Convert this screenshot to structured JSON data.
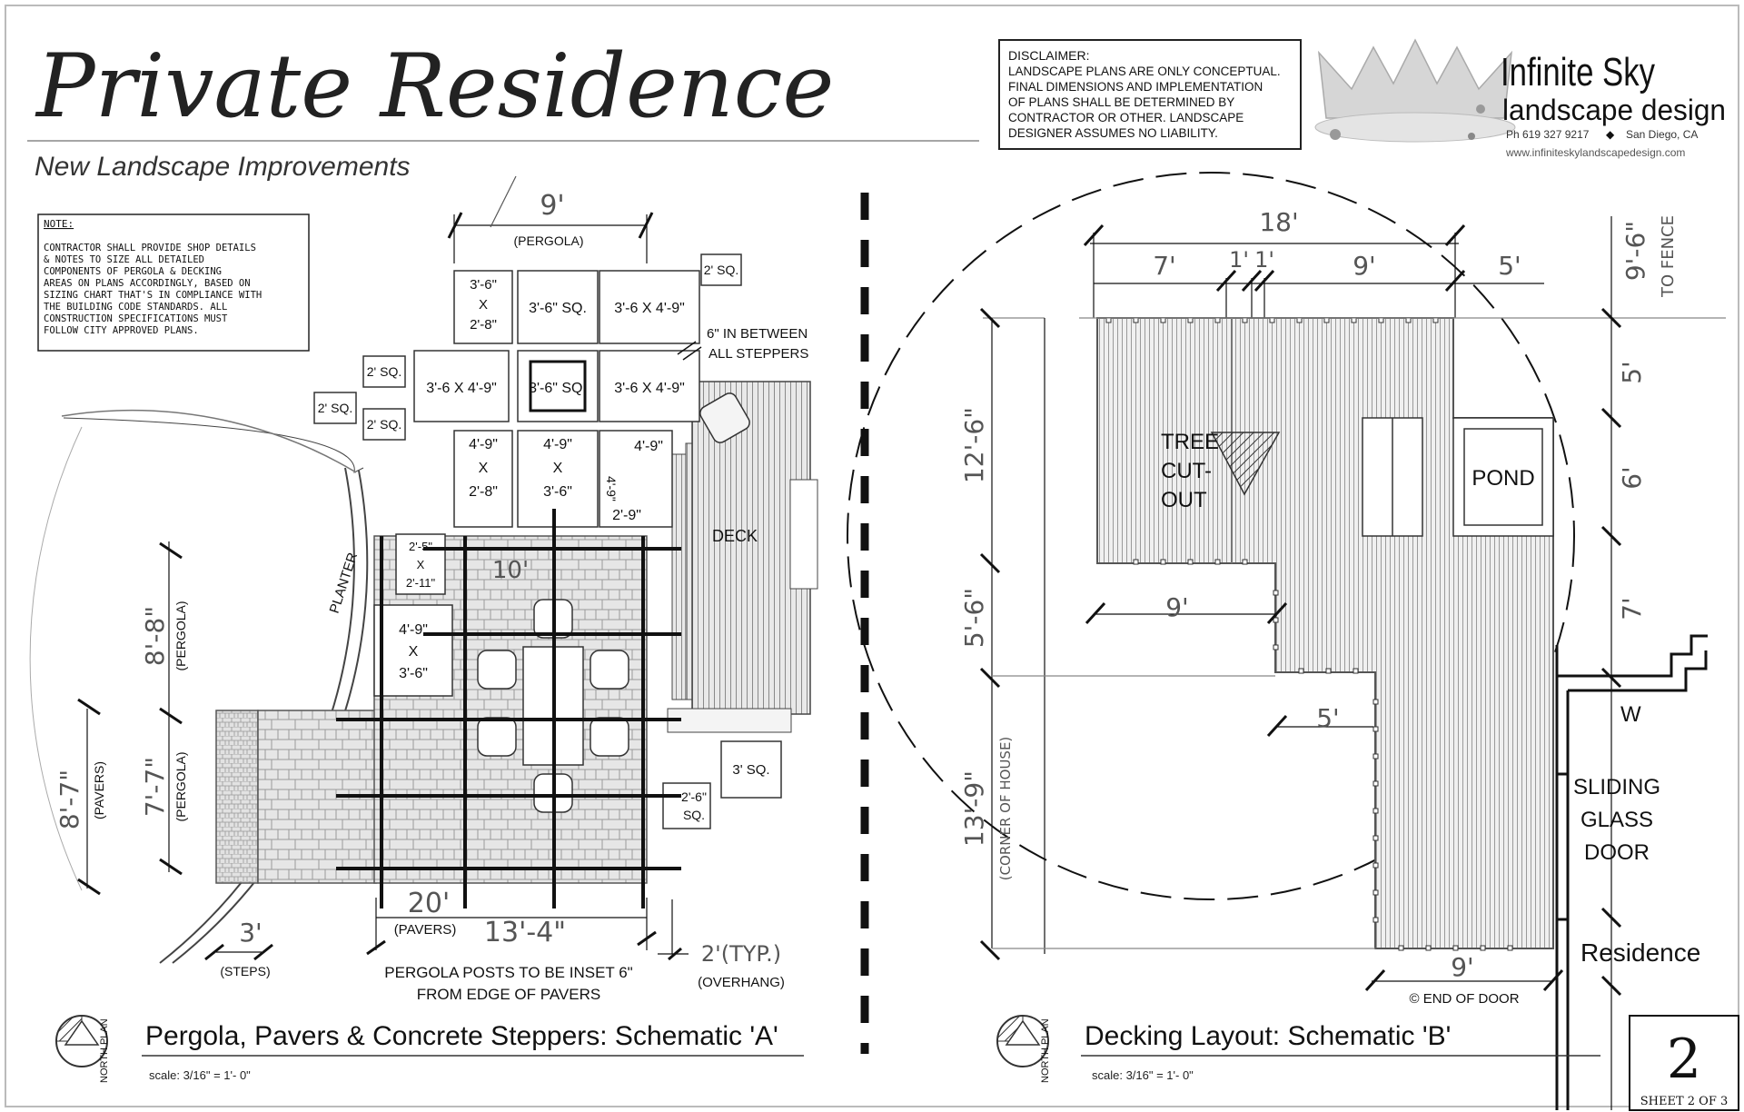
{
  "title": "Private Residence",
  "subtitle": "New Landscape Improvements",
  "disclaimer": {
    "heading": "DISCLAIMER:",
    "lines": [
      "LANDSCAPE PLANS ARE ONLY CONCEPTUAL.",
      "FINAL DIMENSIONS AND IMPLEMENTATION",
      "OF PLANS SHALL BE DETERMINED BY",
      "CONTRACTOR OR OTHER. LANDSCAPE",
      "DESIGNER ASSUMES NO LIABILITY."
    ]
  },
  "company": {
    "name": "Infinite Sky",
    "tagline": "landscape design",
    "phone": "Ph 619 327 9217",
    "city": "San Diego, CA",
    "website": "www.infiniteskylandscapedesign.com"
  },
  "note": {
    "heading": "NOTE:",
    "lines": [
      "CONTRACTOR SHALL PROVIDE SHOP DETAILS",
      "& NOTES TO SIZE ALL DETAILED",
      "COMPONENTS OF PERGOLA & DECKING",
      "AREAS ON PLANS ACCORDINGLY, BASED ON",
      "SIZING CHART THAT'S IN COMPLIANCE WITH",
      "THE BUILDING CODE STANDARDS.   ALL",
      "CONSTRUCTION SPECIFICATIONS MUST",
      "FOLLOW CITY APPROVED PLANS."
    ]
  },
  "plan_a": {
    "title": "Pergola, Pavers & Concrete Steppers:  Schematic 'A'",
    "scale": "scale: 3/16\" = 1'- 0\"",
    "north_label": "NORTH PLAN",
    "dims": {
      "pergola_width": "9'",
      "pergola_label": "(PERGOLA)",
      "pavers_len": "20'",
      "pavers_label": "(PAVERS)",
      "pergola_len": "13'-4\"",
      "steps": "3'",
      "steps_label": "(STEPS)",
      "overhang": "2'(TYP.)",
      "overhang_label": "(OVERHANG)",
      "left_88": "8'-8\"",
      "left_87_pavers": "8'-7\"",
      "pavers_vert": "(PAVERS)",
      "left_77": "7'-7\"",
      "pergola_vert": "(PERGOLA)",
      "pergola_vert2": "(PERGOLA)",
      "ten": "10'"
    },
    "steppers": {
      "s1": [
        "3'-6\"",
        "X",
        "2'-8\""
      ],
      "s2": "3'-6\" SQ.",
      "s3": "3'-6 X 4'-9\"",
      "s4": "3'-6 X 4'-9\"",
      "s5": "3'-6\" SQ.",
      "s6": "3'-6 X 4'-9\"",
      "s7": [
        "4'-9\"",
        "X",
        "2'-8\""
      ],
      "s8": [
        "4'-9\"",
        "X",
        "3'-6\""
      ],
      "s9a": "4'-9\"",
      "s9b": "4'-9\"",
      "s9c": "2'-9\"",
      "s10": [
        "2'-5\"",
        "X",
        "2'-11\""
      ],
      "s11": [
        "4'-9\"",
        "X",
        "3'-6\""
      ],
      "sq2a": "2' SQ.",
      "sq2b": "2' SQ.",
      "sq2c": "2' SQ.",
      "sq2d": "2' SQ.",
      "sq3": "3' SQ.",
      "sq26": [
        "2'-6\"",
        "SQ."
      ]
    },
    "labels": {
      "between": [
        "6\" IN BETWEEN",
        "ALL STEPPERS"
      ],
      "deck": "DECK",
      "planter": "PLANTER",
      "posts_note": [
        "PERGOLA POSTS TO BE INSET 6\"",
        "FROM EDGE OF PAVERS"
      ]
    }
  },
  "plan_b": {
    "title": "Decking Layout:  Schematic 'B'",
    "scale": "scale: 3/16\" = 1'- 0\"",
    "north_label": "NORTH PLAN",
    "dims": {
      "top_18": "18'",
      "top_7": "7'",
      "top_1a": "1'",
      "top_1b": "1'",
      "top_9": "9'",
      "top_5": "5'",
      "right_96": "9'-6\"",
      "to_fence": "TO FENCE",
      "right_5": "5'",
      "right_6": "6'",
      "right_7": "7'",
      "left_126": "12'-6\"",
      "left_56": "5'-6\"",
      "left_139": "13'-9\"",
      "corner": "(CORNER OF HOUSE)",
      "mid_9": "9'",
      "mid_5": "5'",
      "bottom_9": "9'",
      "end_of_door": "© END OF DOOR"
    },
    "labels": {
      "tree_cutout": [
        "TREE",
        "CUT-",
        "OUT"
      ],
      "pond": "POND",
      "w": "W",
      "sliding": [
        "SLIDING",
        "GLASS",
        "DOOR"
      ],
      "residence": "Residence"
    }
  },
  "sheet": {
    "number": "2",
    "label": "SHEET 2 OF 3"
  }
}
